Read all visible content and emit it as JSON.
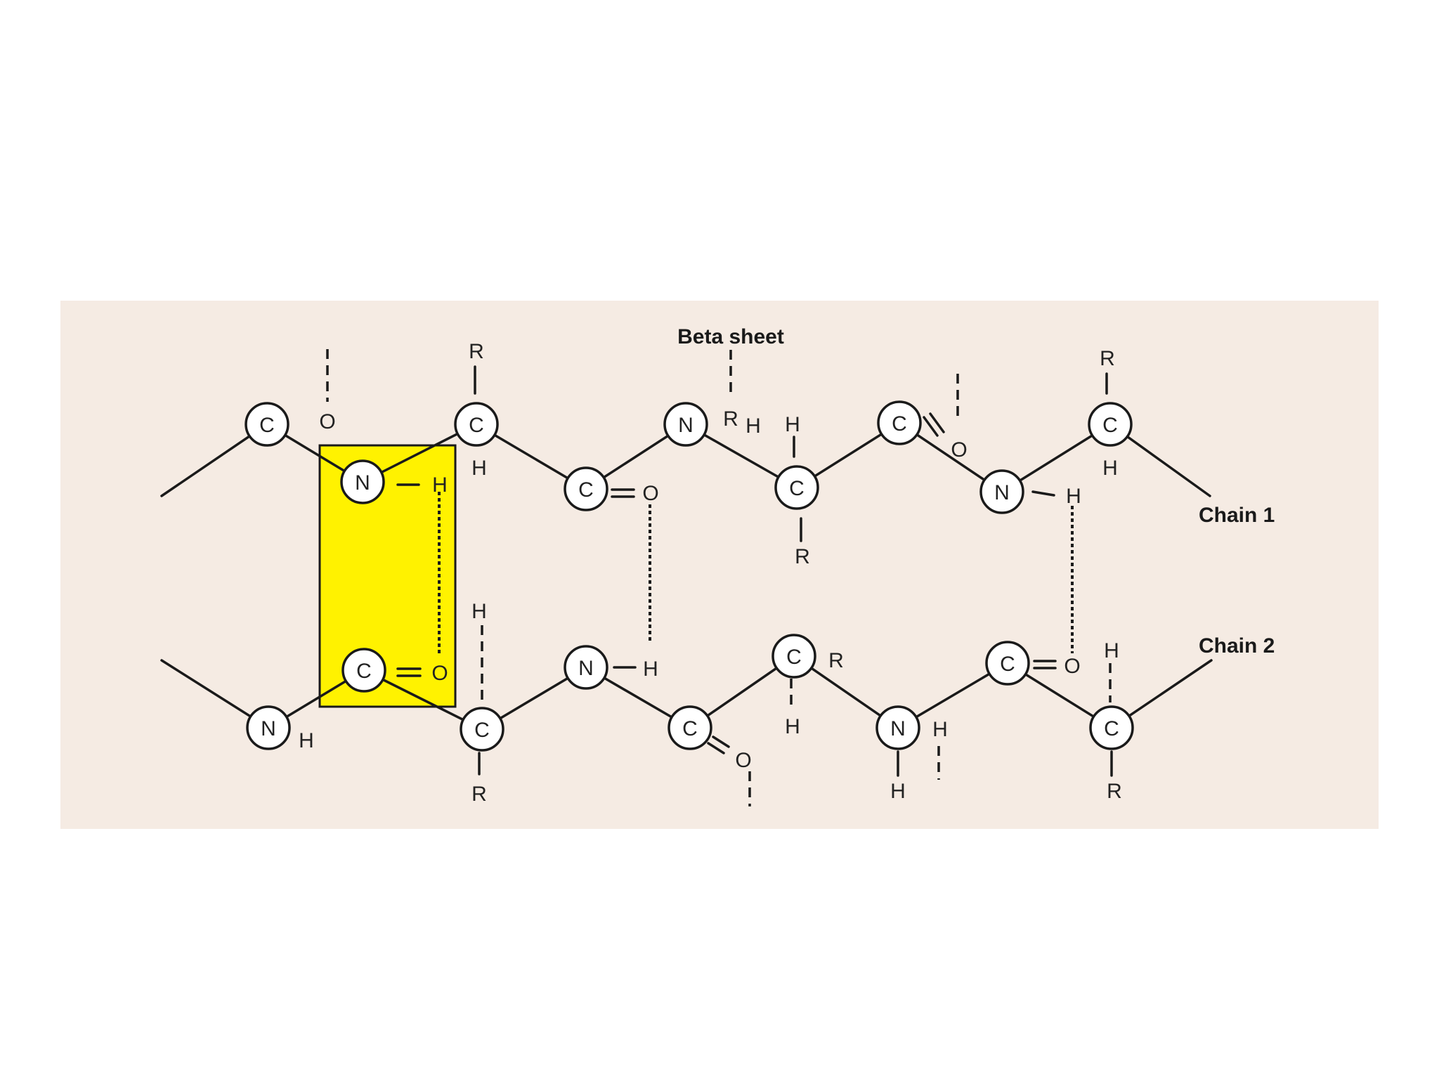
{
  "colors": {
    "panel_background": "#f5ebe3",
    "highlight_box": "#fff200",
    "line": "#1a1a1a",
    "atom_fill": "#ffffff"
  },
  "labels": {
    "title": "Beta sheet",
    "chain1": "Chain 1",
    "chain2": "Chain 2"
  },
  "atoms": {
    "carbon": "C",
    "nitrogen": "N",
    "oxygen": "O",
    "hydrogen": "H",
    "side_chain": "R"
  }
}
